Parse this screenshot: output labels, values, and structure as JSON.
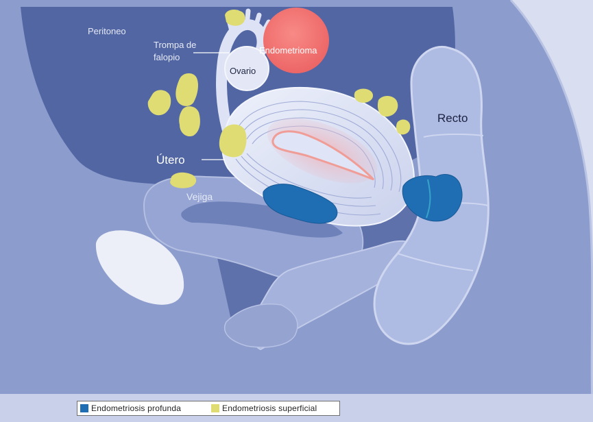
{
  "labels": {
    "peritoneo": "Peritoneo",
    "trompa": "Trompa de falopio",
    "ovario": "Ovario",
    "endometrioma": "Endometrioma",
    "recto": "Recto",
    "utero": "Útero",
    "vejiga": "Vejiga"
  },
  "legend": {
    "items": [
      {
        "label": "Endometriosis profunda",
        "color": "#1f6eb3"
      },
      {
        "label": "Endometriosis superficial",
        "color": "#dedc72"
      }
    ]
  },
  "colors": {
    "background": "#d9dff0",
    "peritoneal_cavity": "#5266a3",
    "tissue": "#8c9ccd",
    "organ_light": "#dde2f4",
    "endometrioma": "#f07373",
    "deep_lesion": "#1f6eb3",
    "superficial_lesion": "#dedc72"
  }
}
